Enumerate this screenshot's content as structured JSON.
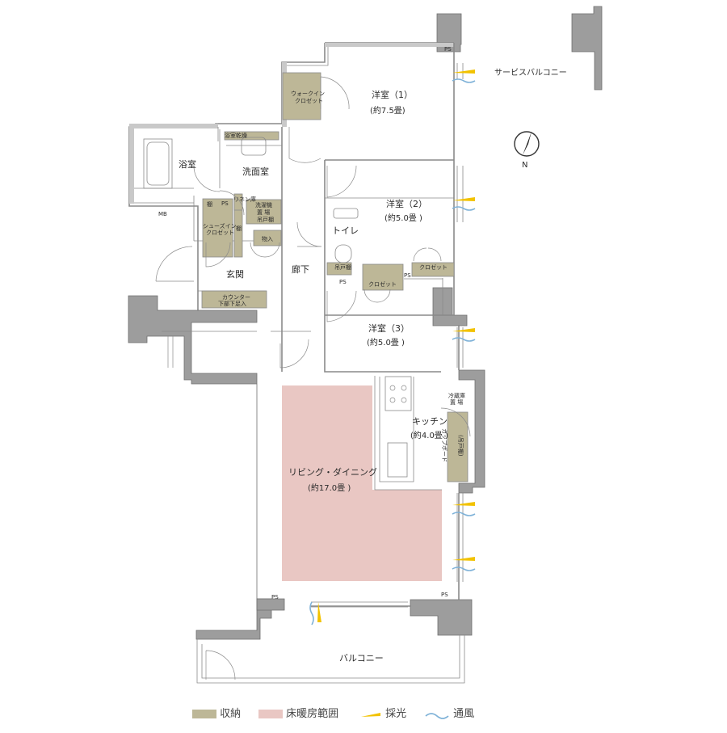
{
  "rooms": {
    "western1": {
      "name": "洋室（1）",
      "area": "(約7.5畳)"
    },
    "western2": {
      "name": "洋室（2）",
      "area": "(約5.0畳 )"
    },
    "western3": {
      "name": "洋室（3）",
      "area": "(約5.0畳 )"
    },
    "kitchen": {
      "name": "キッチン",
      "area": "(約4.0畳 )"
    },
    "living": {
      "name": "リビング・ダイニング",
      "area": "(約17.0畳 )"
    },
    "bath": {
      "name": "浴室"
    },
    "washroom": {
      "name": "洗面室"
    },
    "toilet": {
      "name": "トイレ"
    },
    "entrance": {
      "name": "玄関"
    },
    "corridor": {
      "name": "廊下"
    },
    "balcony": {
      "name": "バルコニー"
    },
    "service_balcony": {
      "name": "サービスバルコニー"
    }
  },
  "small_labels": {
    "walkin_closet_1": "ウォークイン",
    "walkin_closet_2": "クロゼット",
    "shoes_closet_1": "シューズイン",
    "shoes_closet_2": "クロゼット",
    "closet_a": "クロゼット",
    "closet_b": "クロゼット",
    "mb": "MB",
    "ps1": "PS",
    "ps2": "PS",
    "ps3": "PS",
    "ps4": "PS",
    "ps5": "PS",
    "ps6": "PS",
    "linen": "リネン庫",
    "shelf1": "棚",
    "shelf2": "棚",
    "laundry_1": "洗濯機",
    "laundry_2": "置 場",
    "hanger1": "吊戸棚",
    "hanger2": "吊戸棚",
    "storage": "物入",
    "counter_1": "カウンター",
    "counter_2": "下部下足入",
    "fridge_1": "冷蔵庫",
    "fridge_2": "置 場",
    "cupboard": "カップボード",
    "upper_cabinet": "(吊戸棚)",
    "dryer": "浴室乾燥"
  },
  "compass": {
    "label": "N"
  },
  "legend": {
    "storage": "収納",
    "floor_heating": "床暖房範囲",
    "daylight": "採光",
    "ventilation": "通風"
  },
  "colors": {
    "storage": "#bdb797",
    "floor_heating": "#e9c7c3",
    "daylight": "#f2c200",
    "ventilation": "#7fb2d8",
    "wall": "#9d9d9d"
  }
}
